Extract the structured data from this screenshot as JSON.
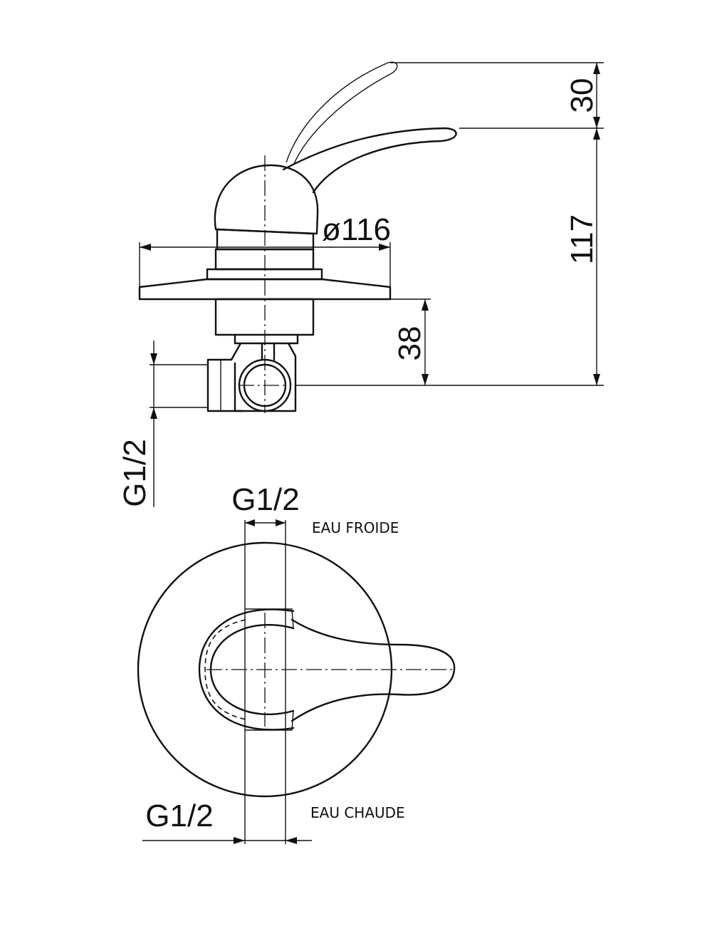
{
  "dimensions": {
    "lever_height": "30",
    "total_height": "117",
    "plate_diameter": "ø116",
    "body_depth": "38",
    "side_thread": "G1/2",
    "top_thread": "G1/2",
    "bottom_thread": "G1/2"
  },
  "labels": {
    "cold_water": "EAU FROIDE",
    "hot_water": "EAU CHAUDE"
  }
}
